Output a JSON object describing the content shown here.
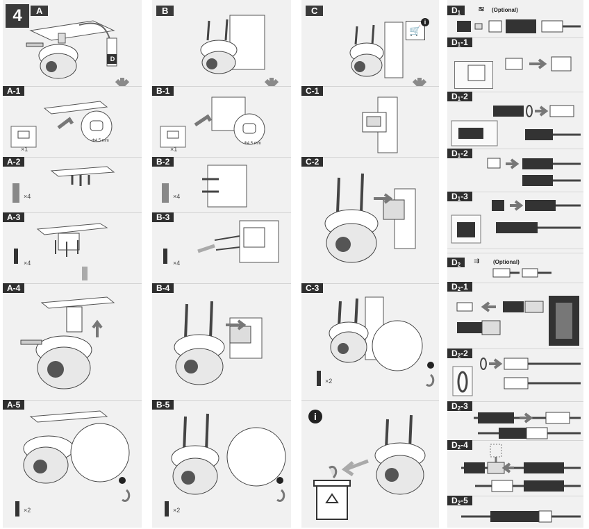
{
  "step_number": "4",
  "columns": {
    "A": {
      "label": "A",
      "steps": [
        {
          "label": "A-1",
          "qty": "×1",
          "diameter": "Φ4.5 mm"
        },
        {
          "label": "A-2",
          "qty": "×4"
        },
        {
          "label": "A-3",
          "qty": "×4"
        },
        {
          "label": "A-4"
        },
        {
          "label": "A-5",
          "qty": "×2"
        }
      ],
      "connector_label": "D"
    },
    "B": {
      "label": "B",
      "steps": [
        {
          "label": "B-1",
          "qty": "×1",
          "diameter": "Φ4.5 mm"
        },
        {
          "label": "B-2",
          "qty": "×4"
        },
        {
          "label": "B-3",
          "qty": "×4"
        },
        {
          "label": "B-4"
        },
        {
          "label": "B-5",
          "qty": "×2"
        }
      ]
    },
    "C": {
      "label": "C",
      "steps": [
        {
          "label": "C-1"
        },
        {
          "label": "C-2"
        },
        {
          "label": "C-3",
          "qty": "×2"
        }
      ],
      "info_icon": "info-icon",
      "cart_icon": "shopping-cart-icon",
      "recycle_icon": "recycle-bin-icon"
    },
    "D1": {
      "label": "D",
      "sub": "1",
      "optional": "(Optional)",
      "steps": [
        {
          "label": "D",
          "sub": "1",
          "suffix": "-1"
        },
        {
          "label": "D",
          "sub": "1",
          "suffix": "-2"
        },
        {
          "label": "D",
          "sub": "1",
          "suffix": "-2"
        },
        {
          "label": "D",
          "sub": "1",
          "suffix": "-3"
        }
      ]
    },
    "D2": {
      "label": "D",
      "sub": "2",
      "optional": "(Optional)",
      "steps": [
        {
          "label": "D",
          "sub": "2",
          "suffix": "-1"
        },
        {
          "label": "D",
          "sub": "2",
          "suffix": "-2"
        },
        {
          "label": "D",
          "sub": "2",
          "suffix": "-3"
        },
        {
          "label": "D",
          "sub": "2",
          "suffix": "-4"
        },
        {
          "label": "D",
          "sub": "2",
          "suffix": "-5"
        }
      ]
    }
  },
  "colors": {
    "header": "#2f2f2f",
    "panel": "#f1f1f1",
    "arrow": "#8a8a8a"
  }
}
